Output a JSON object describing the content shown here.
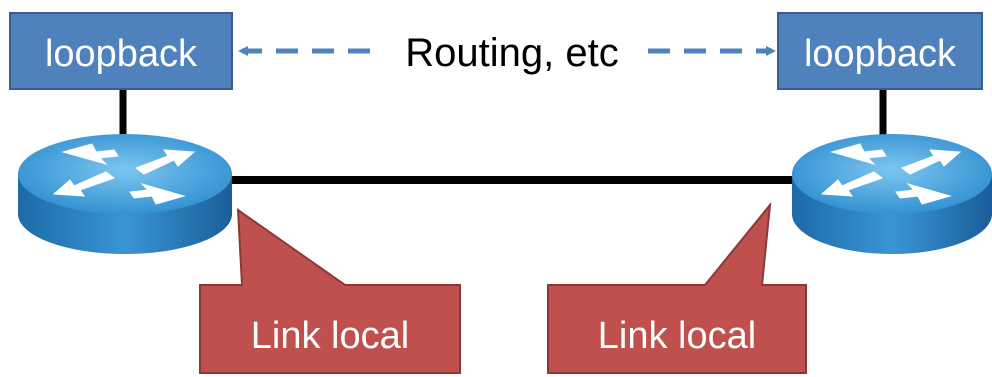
{
  "loopback_left": {
    "label": "loopback"
  },
  "loopback_right": {
    "label": "loopback"
  },
  "center_label": "Routing, etc",
  "callout_left": {
    "label": "Link local"
  },
  "callout_right": {
    "label": "Link local"
  },
  "colors": {
    "loopback_fill": "#4f81bd",
    "loopback_border": "#385d8a",
    "dashed_arrow": "#4f81bd",
    "router_top": "#4ba3d9",
    "router_side": "#1f6fb0",
    "callout_fill": "#c0504d",
    "callout_border": "#8c3836",
    "link": "#000000"
  },
  "icons": [
    "router-icon",
    "router-icon"
  ]
}
